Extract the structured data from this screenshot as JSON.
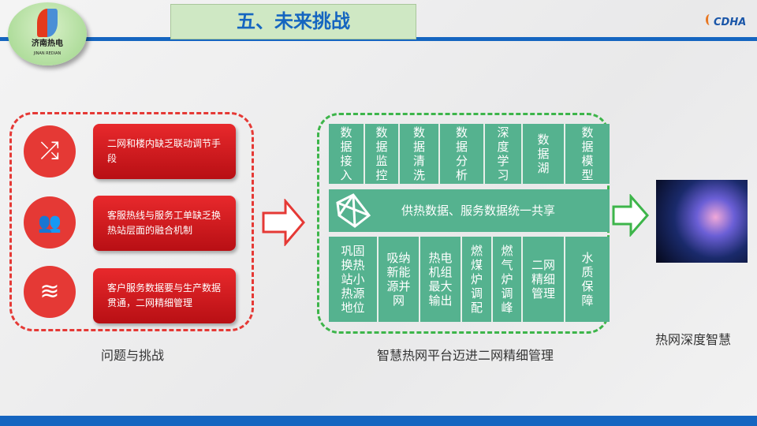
{
  "header": {
    "title": "五、未来挑战",
    "logo_text": "济南热电",
    "logo_sub": "JINAN REDIAN",
    "brand": "CDHA"
  },
  "challenges": {
    "items": [
      {
        "icon": "shuffle-icon",
        "text": "二网和楼内缺乏联动调节手段"
      },
      {
        "icon": "people-network-icon",
        "text": "客服热线与服务工单缺乏换热站层面的融合机制"
      },
      {
        "icon": "layers-icon",
        "text": "客户服务数据要与生产数据贯通，二网精细管理"
      }
    ],
    "caption": "问题与挑战"
  },
  "platform": {
    "top_row": [
      "数据接入",
      "数据监控",
      "数据清洗",
      "数据分析",
      "深度学习",
      "数据湖",
      "数据模型"
    ],
    "middle": "供热数据、服务数据统一共享",
    "bottom_row": [
      "巩固换热站小热源地位",
      "吸纳新能源并网",
      "热电机组最大输出",
      "燃煤炉调配",
      "燃气炉调峰",
      "二网精细管理",
      "水质保障"
    ],
    "caption": "智慧热网平台迈进二网精细管理"
  },
  "result": {
    "caption": "热网深度智慧"
  },
  "colors": {
    "red": "#e53935",
    "green": "#55b28f",
    "blue": "#1565c0"
  }
}
